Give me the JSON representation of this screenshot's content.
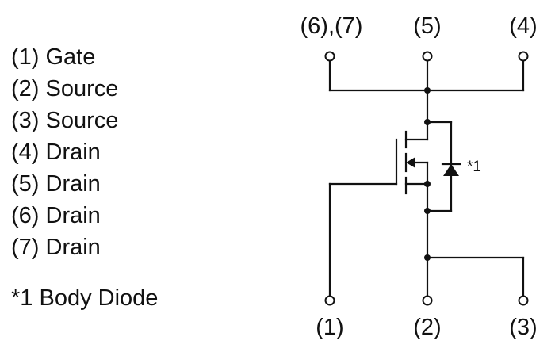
{
  "pin_list": [
    "(1) Gate",
    "(2) Source",
    "(3) Source",
    "(4) Drain",
    "(5) Drain",
    "(6) Drain",
    "(7) Drain"
  ],
  "note": "*1 Body Diode",
  "schematic": {
    "top_labels": {
      "pin67": "(6),(7)",
      "pin5": "(5)",
      "pin4": "(4)"
    },
    "bottom_labels": {
      "pin1": "(1)",
      "pin2": "(2)",
      "pin3": "(3)"
    },
    "diode_mark": "*1"
  }
}
